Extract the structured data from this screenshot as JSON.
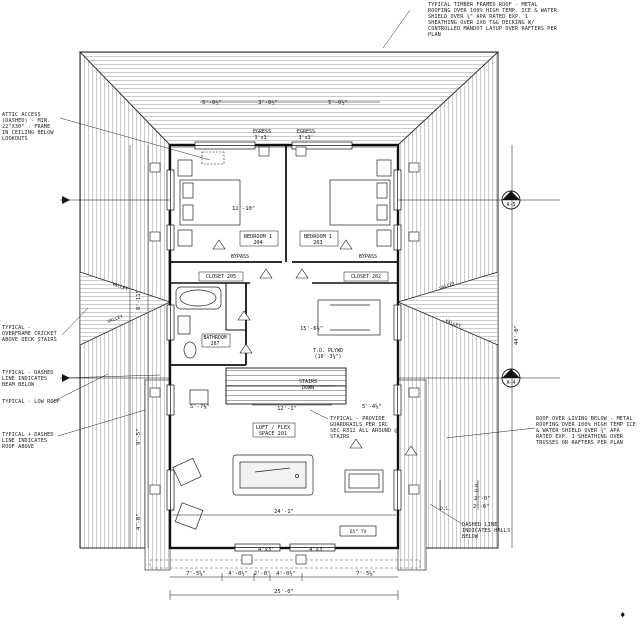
{
  "notes": {
    "roof_top": "TYPICAL TIMBER FRAMED ROOF - METAL ROOFING OVER 100% HIGH TEMP. ICE & WATER SHIELD OVER ¾\" APA RATED EXP. 1 SHEATHING OVER 2x6 T&G DECKING W/ CONTROLLED MANDOT LAYUP OVER RAFTERS PER PLAN",
    "attic_access": "ATTIC ACCESS (DASHED) - MIN. 22\"x30\" - FRAME IN CEILING BELOW LOOKOUTS",
    "overframe": "TYPICAL - OVERFRAME CRICKET ABOVE DECK STAIRS",
    "dashed_beam": "TYPICAL - DASHED LINE INDICATES BEAM BELOW",
    "low_roof": "TYPICAL - LOW ROOF",
    "dashed_roof": "TYPICAL + DASHED LINE INDICATES ROOF ABOVE",
    "roof_living": "ROOF OVER LIVING BELOW - METAL ROOFING OVER 100% HIGH TEMP ICE & WATER SHIELD OVER ¾\" APA RATED EXP. 1 SHEATHING OVER TRUSSES OR RAFTERS PER PLAN",
    "dashed_halls": "DASHED LINE INDICATES HALLS BELOW",
    "guardrails": "TYPICAL - PROVIDE GUARDRAILS PER IRC SEC R312 ALL AROUND @ STAIRS"
  },
  "rooms": {
    "bedroom1": "BEDROOM 1\n204",
    "bedroom2": "BEDROOM 1\n203",
    "closet_205": "CLOSET 205",
    "closet_202": "CLOSET 202",
    "bathroom": "BATHROOM\n207",
    "loft": "LOFT / FLEX\nSPACE 201",
    "stairs": "STAIRS\nDOWN",
    "tv": "65\" TV"
  },
  "labels": {
    "egress_left": "EGRESS\n3'x3'",
    "egress_right": "EGRESS\n3'x3'",
    "bypass_left": "BYPASS",
    "bypass_right": "BYPASS",
    "valley_1": "VALLEY",
    "valley_2": "VALLEY",
    "valley_3": "VALLEY",
    "valley_4": "VALLEY",
    "plywd": "T.O. PLYWD",
    "plywd_dim": "(10'-3¼\")",
    "ol": "O.L.",
    "oh": "O.H."
  },
  "section_markers": [
    {
      "num": "1",
      "sheet": "A-5"
    },
    {
      "num": "1",
      "sheet": "A-4"
    }
  ],
  "dimensions": {
    "overall_bottom": "25'-0\"",
    "interior_width": "24'-1\"",
    "stair_width": "12'-1\"",
    "right_height": "44'-0\"",
    "bottom_windows": [
      "4'x3'",
      "4'x3'"
    ],
    "bottom_segments": [
      "7'-5⅝\"",
      "4'-0½\"",
      "2'-0\"",
      "4'-0½\"",
      "7'-5⅝\""
    ],
    "top_segments": [
      "5'-0½\"",
      "3'-0½\"",
      "5'-0½\""
    ],
    "misc": [
      "11'-10\"",
      "15'-6½\"",
      "5'-7⅛\"",
      "5'-4⅝\"",
      "2'-0\"",
      "2'-6\"",
      "9'-5\"",
      "8'-11\"",
      "4'-0\""
    ]
  }
}
